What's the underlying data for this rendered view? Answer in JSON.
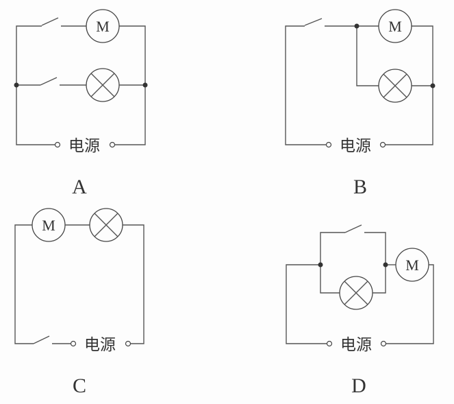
{
  "diagrams": [
    {
      "label": "A",
      "power_label": "电源",
      "motor_symbol": "M",
      "description": "Motor and lamp in parallel, each branch with its own switch"
    },
    {
      "label": "B",
      "power_label": "电源",
      "motor_symbol": "M",
      "description": "Single main switch in series with motor and lamp in parallel"
    },
    {
      "label": "C",
      "power_label": "电源",
      "motor_symbol": "M",
      "description": "Switch, motor and lamp all in series"
    },
    {
      "label": "D",
      "power_label": "电源",
      "motor_symbol": "M",
      "description": "Switch in parallel with lamp, that group in series with motor"
    }
  ],
  "colors": {
    "line": "#555555",
    "text": "#333333",
    "background": "#fdfdfd"
  }
}
